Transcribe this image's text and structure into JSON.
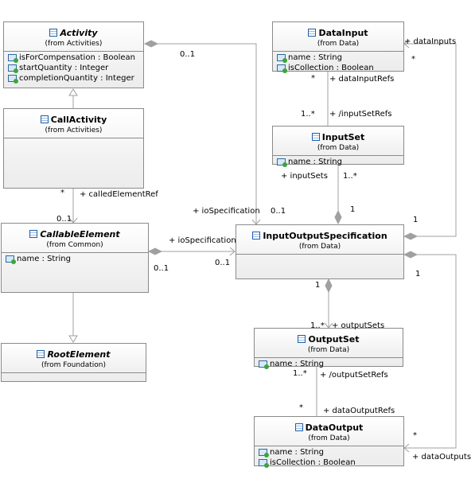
{
  "classes": {
    "activity": {
      "name": "Activity",
      "from": "(from Activities)",
      "attrs": [
        "isForCompensation : Boolean",
        "startQuantity : Integer",
        "completionQuantity : Integer"
      ]
    },
    "call_activity": {
      "name": "CallActivity",
      "from": "(from Activities)"
    },
    "callable_element": {
      "name": "CallableElement",
      "from": "(from Common)",
      "attrs": [
        "name : String"
      ]
    },
    "root_element": {
      "name": "RootElement",
      "from": "(from Foundation)"
    },
    "data_input": {
      "name": "DataInput",
      "from": "(from Data)",
      "attrs": [
        "name : String",
        "isCollection : Boolean"
      ]
    },
    "input_set": {
      "name": "InputSet",
      "from": "(from Data)",
      "attrs": [
        "name : String"
      ]
    },
    "io_spec": {
      "name": "InputOutputSpecification",
      "from": "(from Data)"
    },
    "output_set": {
      "name": "OutputSet",
      "from": "(from Data)",
      "attrs": [
        "name : String"
      ]
    },
    "data_output": {
      "name": "DataOutput",
      "from": "(from Data)",
      "attrs": [
        "name : String",
        "isCollection : Boolean"
      ]
    }
  },
  "labels": {
    "mult_0_1_activity": "0..1",
    "data_inputs_role": "+ dataInputs",
    "data_inputs_star": "*",
    "data_input_refs_star": "*",
    "data_input_refs_role": "+ dataInputRefs",
    "input_set_refs_mult": "1..*",
    "input_set_refs_role": "+ /inputSetRefs",
    "input_sets_role": "+ inputSets",
    "input_sets_mult": "1..*",
    "input_sets_one": "1",
    "data_inputs_one": "1",
    "called_star": "*",
    "called_role": "+ calledElementRef",
    "called_mult": "0..1",
    "io_spec_role_top": "+ ioSpecification",
    "io_spec_mult_top": "0..1",
    "io_spec_role_mid": "+ ioSpecification",
    "io_spec_mult_left": "0..1",
    "io_spec_mult_right": "0..1",
    "data_outputs_one": "1",
    "output_sets_one": "1",
    "output_sets_mult": "1..*",
    "output_sets_role": "+ outputSets",
    "output_set_refs_mult": "1..*",
    "output_set_refs_role": "+ /outputSetRefs",
    "data_output_refs_star": "*",
    "data_output_refs_role": "+ dataOutputRefs",
    "data_outputs_star": "*",
    "data_outputs_role": "+ dataOutputs"
  },
  "icons": {
    "class": "class-icon",
    "attribute": "attribute-icon"
  },
  "colors": {
    "line": "#a0a0a0",
    "border": "#8a8a8a",
    "icon_blue": "#3c78c8",
    "icon_green": "#3aa53a"
  }
}
